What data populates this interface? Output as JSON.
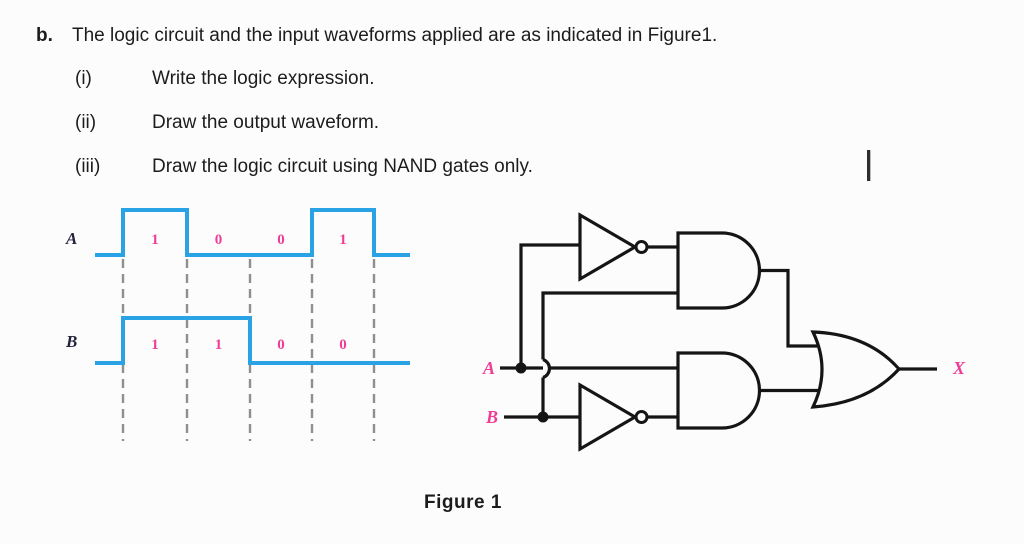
{
  "page": {
    "background": "#fcfcfc"
  },
  "question": {
    "item_label": "b.",
    "stem": "The logic circuit and the input waveforms applied are as indicated in Figure1.",
    "sub_items": [
      {
        "num": "(i)",
        "text": "Write the logic expression."
      },
      {
        "num": "(ii)",
        "text": "Draw the output waveform."
      },
      {
        "num": "(iii)",
        "text": "Draw the logic circuit using NAND gates only."
      }
    ]
  },
  "chart_data": {
    "type": "timing-waveform",
    "intervals": 4,
    "signals": [
      {
        "label": "A",
        "interval_values": [
          "1",
          "0",
          "0",
          "1"
        ]
      },
      {
        "label": "B",
        "interval_values": [
          "1",
          "1",
          "0",
          "0"
        ]
      }
    ],
    "grid": "dashed-vertical-interval-boundaries",
    "trace_color": "#2aa2e6",
    "digit_color": "#ee3d96",
    "label_color": "#232340"
  },
  "circuit": {
    "input_labels": [
      "A",
      "B"
    ],
    "output_label": "X",
    "gates": [
      "NOT",
      "NOT",
      "AND",
      "AND",
      "OR"
    ],
    "line_color": "#151515",
    "label_color": "#ee3d96"
  },
  "figure": {
    "caption": "Figure 1"
  }
}
